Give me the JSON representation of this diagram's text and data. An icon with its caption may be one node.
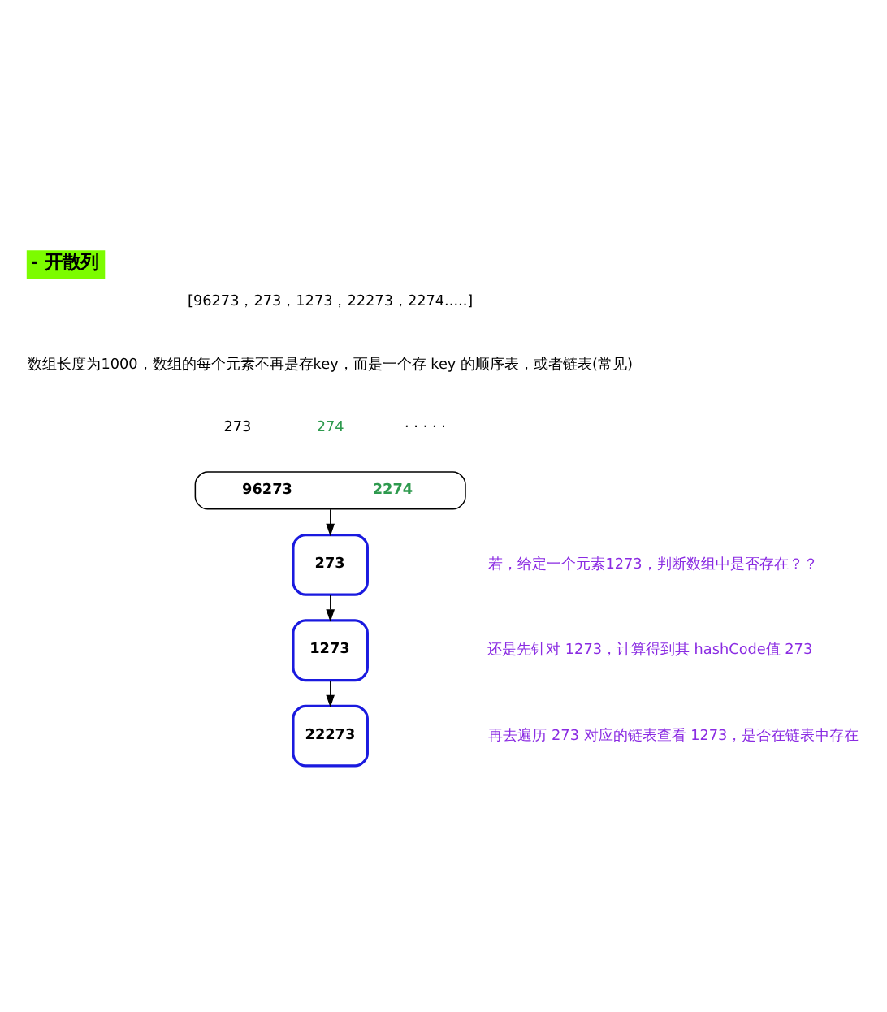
{
  "diagram": {
    "title": "- 开散列",
    "nodes": [
      {
        "text": [
          "96273",
          "2274"
        ]
      },
      {
        "text": [
          "273"
        ]
      },
      {
        "text": [
          "1273"
        ]
      },
      {
        "text": [
          "22273"
        ]
      }
    ],
    "edges": [
      {
        "from": 0,
        "to": 1,
        "arrow": "to"
      },
      {
        "from": 1,
        "to": 2,
        "arrow": "to"
      },
      {
        "from": 2,
        "to": 3,
        "arrow": "to"
      }
    ],
    "labels": [
      "[96273，273，1273，22273，2274.....]",
      "数组长度为1000，数组的每个元素不再是存key，而是一个存 key 的顺序表，或者链表(常见)",
      "273",
      "274",
      "· · · · ·",
      "若，给定一个元素1273，判断数组中是否存在？？",
      "还是先针对 1273，计算得到其 hashCode值 273",
      "再去遍历 273 对应的链表查看 1273，是否在链表中存在"
    ]
  }
}
